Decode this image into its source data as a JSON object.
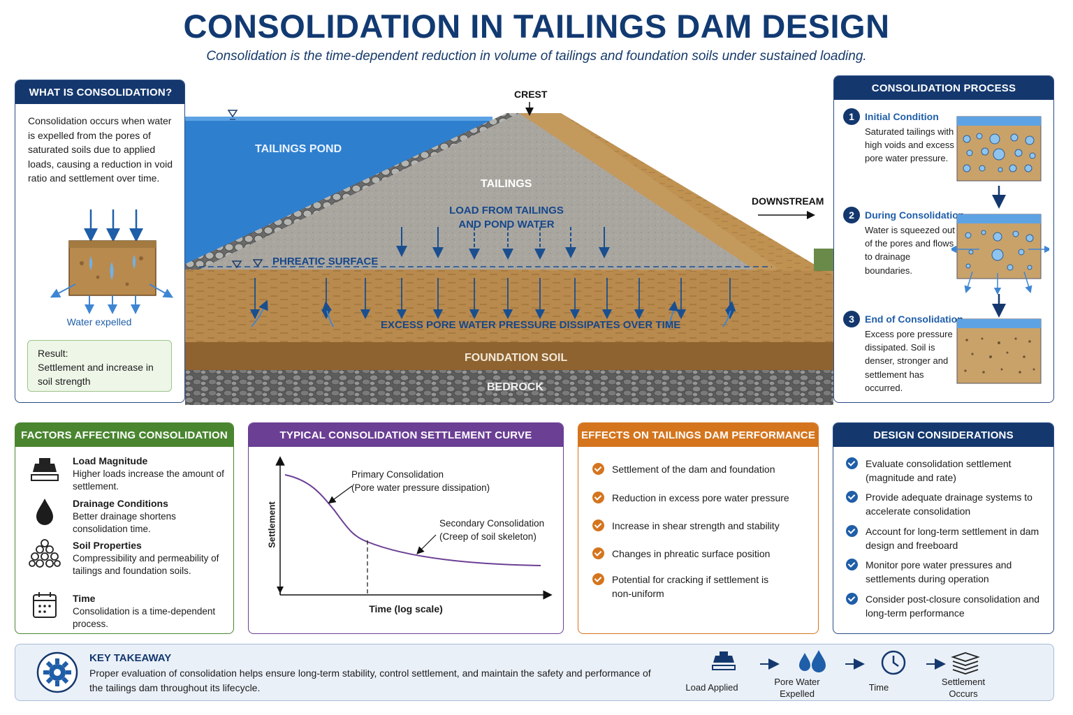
{
  "header": {
    "title": "CONSOLIDATION IN TAILINGS DAM DESIGN",
    "subtitle": "Consolidation is the time-dependent reduction in volume of tailings and foundation soils under sustained loading."
  },
  "what": {
    "heading": "WHAT IS CONSOLIDATION?",
    "body": "Consolidation occurs when water is expelled from the pores of saturated soils due to applied loads, causing a reduction in void ratio and settlement over time.",
    "water_label": "Water expelled",
    "result_label": "Result:",
    "result_text": "Settlement and increase in soil strength"
  },
  "dam": {
    "crest": "CREST",
    "pond": "TAILINGS POND",
    "tailings": "TAILINGS",
    "load_line1": "LOAD FROM TAILINGS",
    "load_line2": "AND POND WATER",
    "phreatic": "PHREATIC SURFACE",
    "downstream": "DOWNSTREAM",
    "dissipates": "EXCESS PORE WATER PRESSURE DISSIPATES OVER TIME",
    "foundation": "FOUNDATION SOIL",
    "bedrock": "BEDROCK"
  },
  "process": {
    "heading": "CONSOLIDATION PROCESS",
    "steps": [
      {
        "num": "1",
        "title": "Initial Condition",
        "desc": "Saturated tailings with high voids and excess pore water pressure."
      },
      {
        "num": "2",
        "title": "During Consolidation",
        "desc": "Water is squeezed out of the pores and flows to drainage boundaries."
      },
      {
        "num": "3",
        "title": "End of Consolidation",
        "desc": "Excess pore pressure dissipated. Soil is denser, stronger and settlement has occurred."
      }
    ]
  },
  "factors": {
    "heading": "FACTORS AFFECTING CONSOLIDATION",
    "items": [
      {
        "title": "Load Magnitude",
        "desc": "Higher loads increase the amount of settlement.",
        "icon": "weight-icon"
      },
      {
        "title": "Drainage Conditions",
        "desc": "Better drainage shortens consolidation time.",
        "icon": "water-drop-icon"
      },
      {
        "title": "Soil Properties",
        "desc": "Compressibility and permeability of tailings and foundation soils.",
        "icon": "soil-particles-icon"
      },
      {
        "title": "Time",
        "desc": "Consolidation is a time-dependent process.",
        "icon": "calendar-icon"
      }
    ]
  },
  "curve": {
    "heading": "TYPICAL CONSOLIDATION SETTLEMENT CURVE",
    "ylabel": "Settlement",
    "xlabel": "Time (log scale)",
    "primary_line1": "Primary Consolidation",
    "primary_line2": "(Pore water pressure dissipation)",
    "secondary_line1": "Secondary Consolidation",
    "secondary_line2": "(Creep of soil skeleton)",
    "line_color": "#6b3f94"
  },
  "effects": {
    "heading": "EFFECTS ON TAILINGS DAM PERFORMANCE",
    "items": [
      "Settlement of the dam and foundation",
      "Reduction in excess pore water pressure",
      "Increase in shear strength and stability",
      "Changes in phreatic surface position",
      "Potential for cracking if settlement is non-uniform"
    ]
  },
  "design": {
    "heading": "DESIGN CONSIDERATIONS",
    "items": [
      "Evaluate consolidation settlement (magnitude and rate)",
      "Provide adequate drainage systems to accelerate consolidation",
      "Account for long-term settlement in dam design and freeboard",
      "Monitor pore water pressures and settlements during operation",
      "Consider post-closure consolidation and long-term performance"
    ]
  },
  "takeaway": {
    "title": "KEY TAKEAWAY",
    "text": "Proper evaluation of consolidation helps ensure long-term stability, control settlement, and maintain the safety and performance of the tailings dam throughout its lifecycle.",
    "flow": [
      "Load Applied",
      "Pore Water Expelled",
      "Time",
      "Settlement Occurs"
    ]
  },
  "colors": {
    "navy": "#14386e",
    "green": "#4a8530",
    "purple": "#6b3f94",
    "orange": "#d4751e",
    "water": "#2f7fcf",
    "soil": "#b98a4e"
  }
}
